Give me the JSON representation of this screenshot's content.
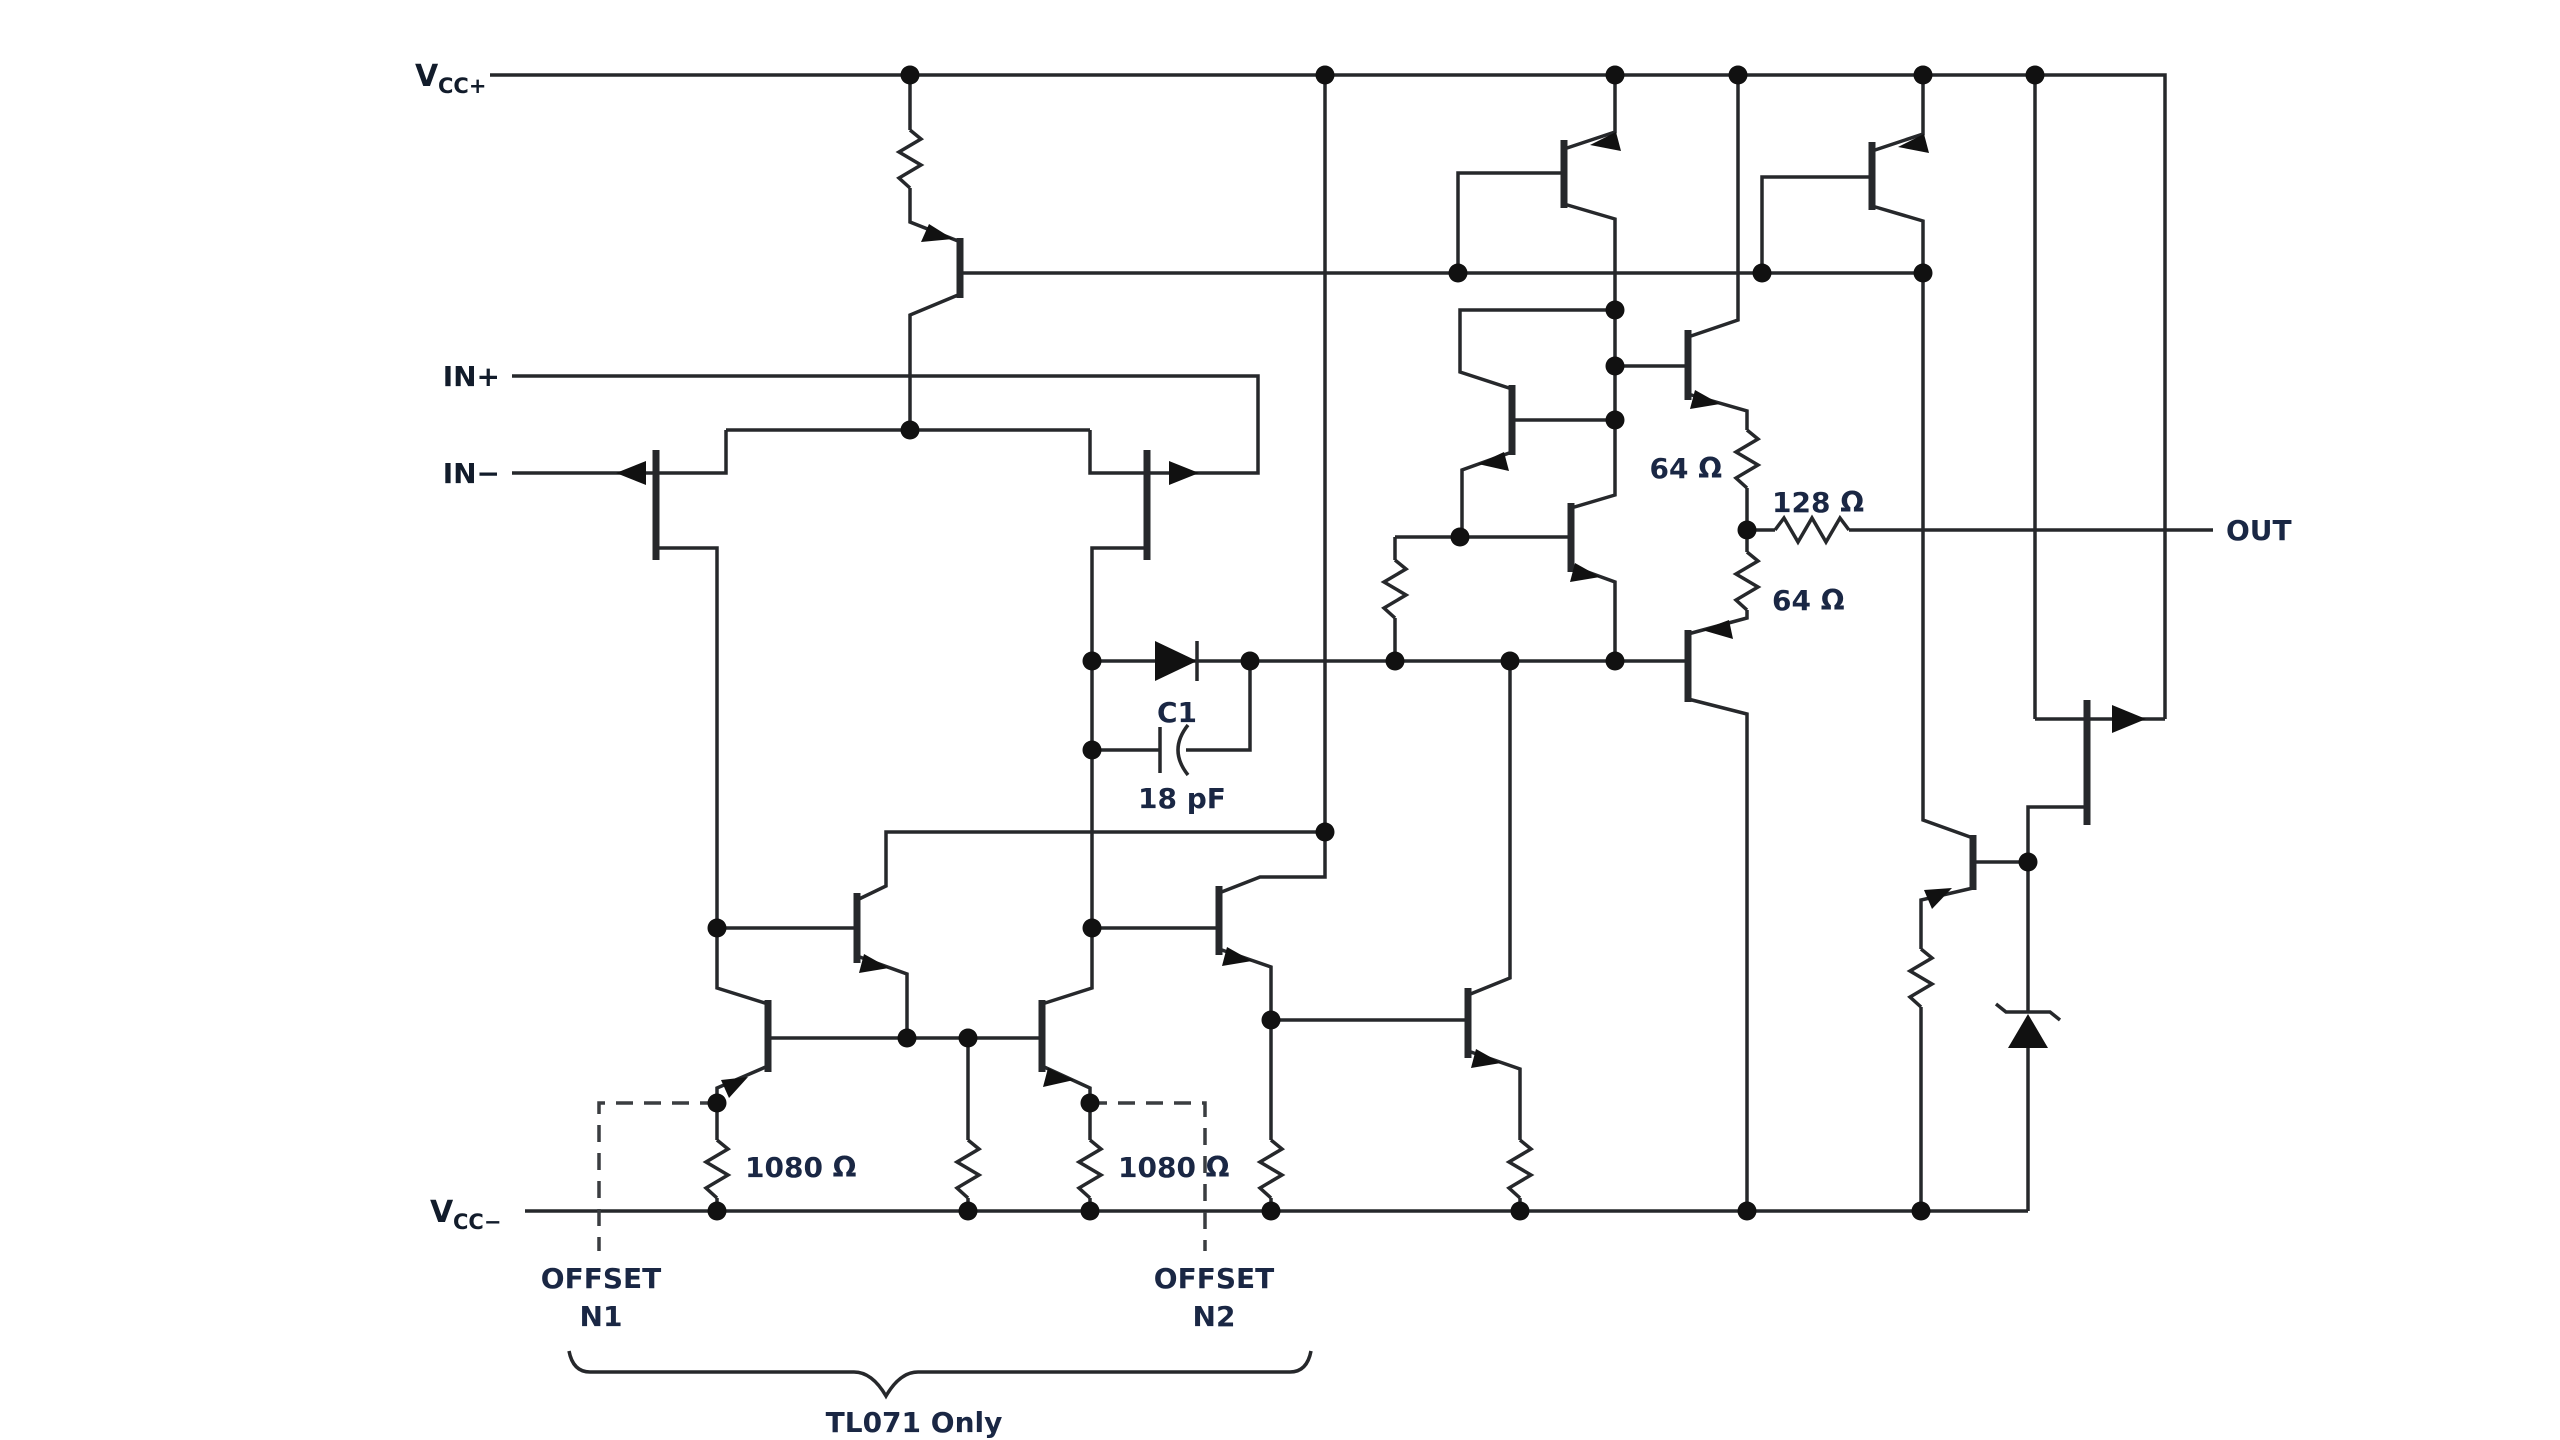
{
  "diagram": {
    "power": {
      "vcc_plus_base": "V",
      "vcc_plus_sub": "CC+",
      "vcc_minus_base": "V",
      "vcc_minus_sub": "CC−"
    },
    "pins": {
      "in_plus": "IN+",
      "in_minus": "IN−",
      "out": "OUT",
      "offset_n1_line1": "OFFSET",
      "offset_n1_line2": "N1",
      "offset_n2_line1": "OFFSET",
      "offset_n2_line2": "N2"
    },
    "components": {
      "c1_name": "C1",
      "c1_value": "18 pF",
      "r_out_top": "64 Ω",
      "r_out_series": "128 Ω",
      "r_out_bottom": "64 Ω",
      "r_offset_left": "1080 Ω",
      "r_offset_right": "1080 Ω"
    },
    "annotations": {
      "brace_label": "TL071 Only"
    },
    "colors": {
      "wire": "#26282b",
      "text": "#121c2b",
      "value_text": "#1a2744",
      "background": "#ffffff"
    }
  }
}
